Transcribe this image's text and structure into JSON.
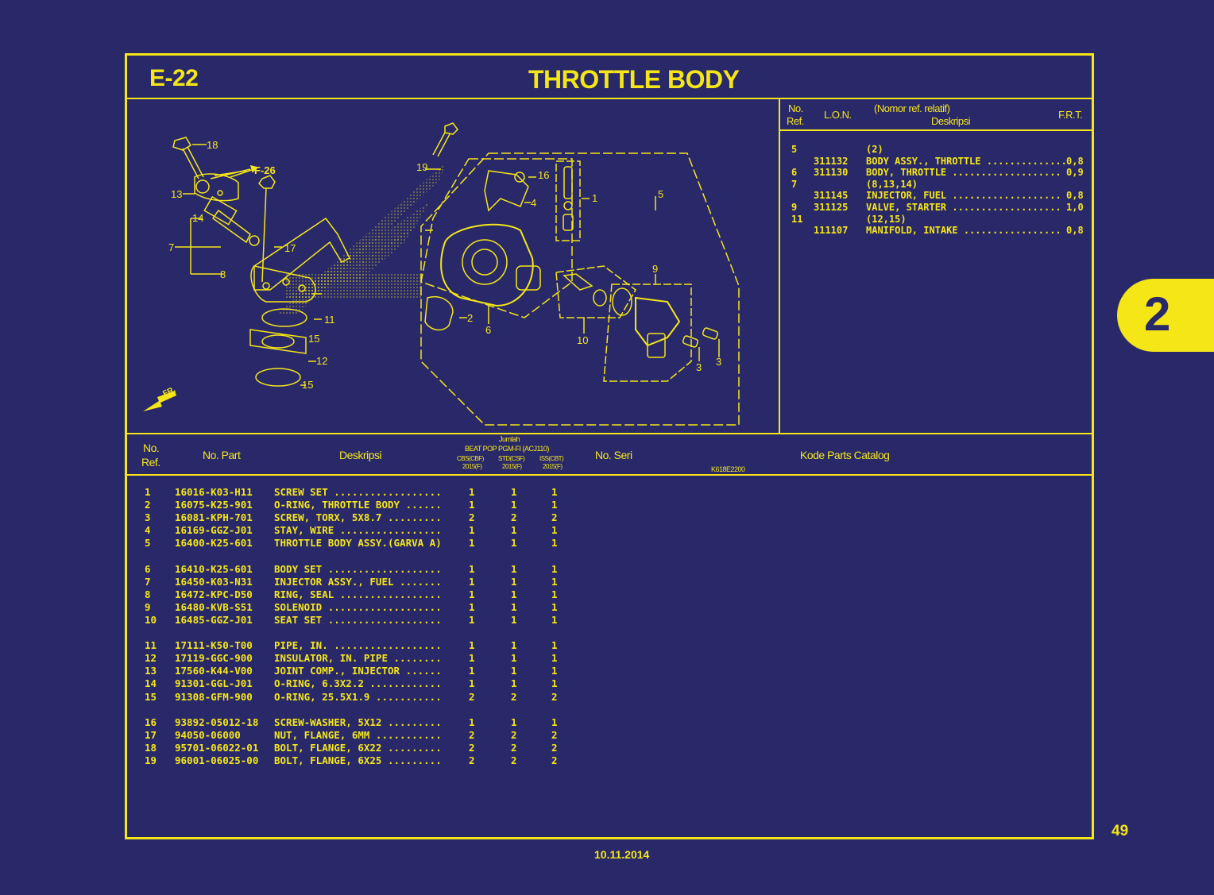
{
  "page": {
    "code": "E-22",
    "title": "THROTTLE BODY",
    "section_tab": "2",
    "page_number": "49",
    "date": "10.11.2014",
    "colors": {
      "background": "#29296a",
      "accent": "#f5e618"
    }
  },
  "diagram": {
    "image_code": "K618E2200",
    "direction_label": "FR.",
    "reference": "F-26",
    "callouts": [
      "18",
      "F-26",
      "13",
      "14",
      "7",
      "8",
      "17",
      "11",
      "15",
      "12",
      "15",
      "19",
      "16",
      "4",
      "1",
      "5",
      "2",
      "6",
      "9",
      "10",
      "3",
      "3"
    ]
  },
  "frt_table": {
    "headers": {
      "no_ref_1": "No.",
      "no_ref_2": "Ref.",
      "lon": "L.O.N.",
      "desc_1": "(Nomor ref. relatif)",
      "desc_2": "Deskripsi",
      "frt": "F.R.T."
    },
    "rows": [
      {
        "ref": "5",
        "lon": "",
        "desc": "(2)",
        "frt": ""
      },
      {
        "ref": "",
        "lon": "311132",
        "desc": "BODY ASSY., THROTTLE ..............",
        "frt": "0,8"
      },
      {
        "ref": "6",
        "lon": "311130",
        "desc": "BODY, THROTTLE ...................",
        "frt": "0,9"
      },
      {
        "ref": "7",
        "lon": "",
        "desc": "(8,13,14)",
        "frt": ""
      },
      {
        "ref": "",
        "lon": "311145",
        "desc": "INJECTOR, FUEL ...................",
        "frt": "0,8"
      },
      {
        "ref": "9",
        "lon": "311125",
        "desc": "VALVE, STARTER ...................",
        "frt": "1,0"
      },
      {
        "ref": "11",
        "lon": "",
        "desc": "(12,15)",
        "frt": ""
      },
      {
        "ref": "",
        "lon": "111107",
        "desc": "MANIFOLD, INTAKE .................",
        "frt": "0,8"
      }
    ]
  },
  "parts_table": {
    "headers": {
      "no_ref_1": "No.",
      "no_ref_2": "Ref.",
      "part_no": "No. Part",
      "desc": "Deskripsi",
      "qty_title": "Jumlah",
      "qty_model": "BEAT POP PGM-FI (ACJ110)",
      "qty_cols": [
        {
          "variant": "CBS(CBF)",
          "year": "2015(F)"
        },
        {
          "variant": "STD(CSF)",
          "year": "2015(F)"
        },
        {
          "variant": "ISS(CBT)",
          "year": "2015(F)"
        }
      ],
      "serial": "No. Seri",
      "catalog": "Kode Parts Catalog"
    },
    "groups": [
      [
        {
          "ref": "1",
          "part": "16016-K03-H11",
          "desc": "SCREW SET ..................",
          "q": [
            "1",
            "1",
            "1"
          ]
        },
        {
          "ref": "2",
          "part": "16075-K25-901",
          "desc": "O-RING, THROTTLE BODY ......",
          "q": [
            "1",
            "1",
            "1"
          ]
        },
        {
          "ref": "3",
          "part": "16081-KPH-701",
          "desc": "SCREW, TORX, 5X8.7 .........",
          "q": [
            "2",
            "2",
            "2"
          ]
        },
        {
          "ref": "4",
          "part": "16169-GGZ-J01",
          "desc": "STAY, WIRE .................",
          "q": [
            "1",
            "1",
            "1"
          ]
        },
        {
          "ref": "5",
          "part": "16400-K25-601",
          "desc": "THROTTLE BODY ASSY.(GARVA A)",
          "q": [
            "1",
            "1",
            "1"
          ]
        }
      ],
      [
        {
          "ref": "6",
          "part": "16410-K25-601",
          "desc": "BODY SET ...................",
          "q": [
            "1",
            "1",
            "1"
          ]
        },
        {
          "ref": "7",
          "part": "16450-K03-N31",
          "desc": "INJECTOR ASSY., FUEL .......",
          "q": [
            "1",
            "1",
            "1"
          ]
        },
        {
          "ref": "8",
          "part": "16472-KPC-D50",
          "desc": "RING, SEAL .................",
          "q": [
            "1",
            "1",
            "1"
          ]
        },
        {
          "ref": "9",
          "part": "16480-KVB-S51",
          "desc": "SOLENOID ...................",
          "q": [
            "1",
            "1",
            "1"
          ]
        },
        {
          "ref": "10",
          "part": "16485-GGZ-J01",
          "desc": "SEAT SET ...................",
          "q": [
            "1",
            "1",
            "1"
          ]
        }
      ],
      [
        {
          "ref": "11",
          "part": "17111-K50-T00",
          "desc": "PIPE, IN. ..................",
          "q": [
            "1",
            "1",
            "1"
          ]
        },
        {
          "ref": "12",
          "part": "17119-GGC-900",
          "desc": "INSULATOR, IN. PIPE ........",
          "q": [
            "1",
            "1",
            "1"
          ]
        },
        {
          "ref": "13",
          "part": "17560-K44-V00",
          "desc": "JOINT COMP., INJECTOR ......",
          "q": [
            "1",
            "1",
            "1"
          ]
        },
        {
          "ref": "14",
          "part": "91301-GGL-J01",
          "desc": "O-RING, 6.3X2.2 ............",
          "q": [
            "1",
            "1",
            "1"
          ]
        },
        {
          "ref": "15",
          "part": "91308-GFM-900",
          "desc": "O-RING, 25.5X1.9 ...........",
          "q": [
            "2",
            "2",
            "2"
          ]
        }
      ],
      [
        {
          "ref": "16",
          "part": "93892-05012-18",
          "desc": "SCREW-WASHER, 5X12 .........",
          "q": [
            "1",
            "1",
            "1"
          ]
        },
        {
          "ref": "17",
          "part": "94050-06000",
          "desc": "NUT, FLANGE, 6MM ...........",
          "q": [
            "2",
            "2",
            "2"
          ]
        },
        {
          "ref": "18",
          "part": "95701-06022-01",
          "desc": "BOLT, FLANGE, 6X22 .........",
          "q": [
            "2",
            "2",
            "2"
          ]
        },
        {
          "ref": "19",
          "part": "96001-06025-00",
          "desc": "BOLT, FLANGE, 6X25 .........",
          "q": [
            "2",
            "2",
            "2"
          ]
        }
      ]
    ]
  }
}
